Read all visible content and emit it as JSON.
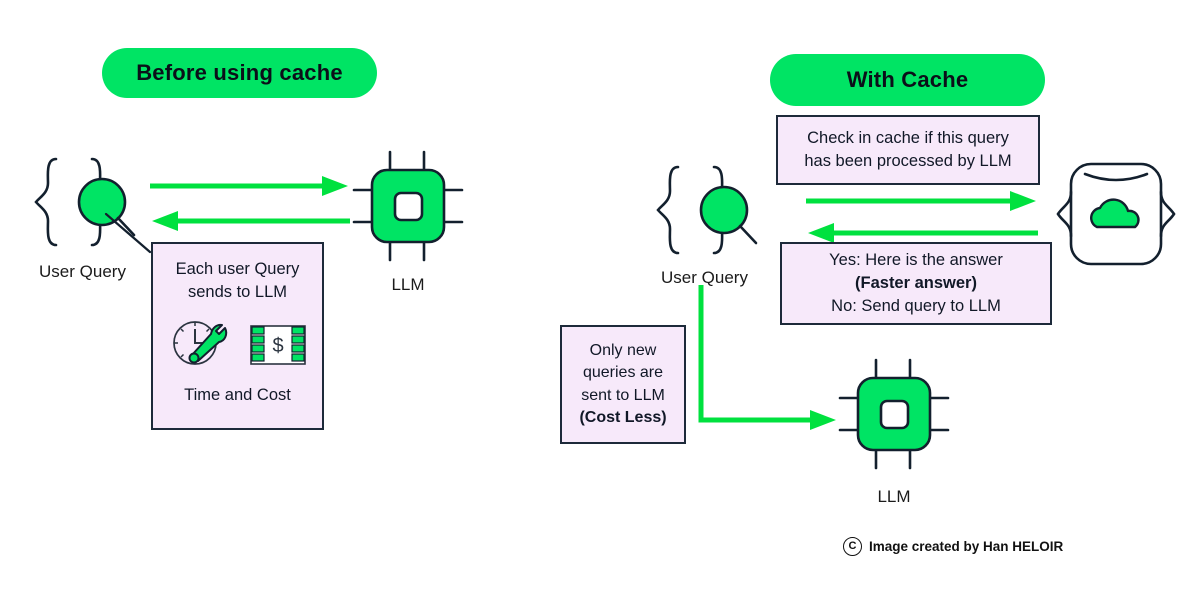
{
  "theme": {
    "green": "#00E464",
    "box_fill": "#F7E9FA",
    "box_stroke": "#1d2a3a",
    "ink": "#111827",
    "background": "#ffffff"
  },
  "left_panel": {
    "title": "Before using cache",
    "user_query_caption": "User Query",
    "llm_caption": "LLM",
    "info_box": {
      "lines": [
        "Each user Query",
        "sends to LLM"
      ],
      "footer": "Time  and Cost",
      "icons": [
        "clock-wrench-icon",
        "money-bill-icon"
      ],
      "money_symbol": "$"
    },
    "arrows": [
      {
        "name": "query-to-llm-arrow",
        "direction": "right"
      },
      {
        "name": "llm-to-user-arrow",
        "direction": "left"
      }
    ]
  },
  "right_panel": {
    "title": "With Cache",
    "user_query_caption": "User Query",
    "llm_caption": "LLM",
    "cache_icon_name": "cache-cloud-icon",
    "check_box": {
      "lines": [
        "Check in cache if this query",
        "has been processed by LLM"
      ]
    },
    "answer_box": {
      "lines": [
        {
          "text": "Yes: Here is the answer",
          "bold": false
        },
        {
          "text": "(Faster answer)",
          "bold": true
        },
        {
          "text": "No: Send query to LLM",
          "bold": false
        }
      ]
    },
    "cost_box": {
      "lines": [
        {
          "text": "Only new",
          "bold": false
        },
        {
          "text": "queries are",
          "bold": false
        },
        {
          "text": "sent to LLM",
          "bold": false
        },
        {
          "text": "(Cost Less)",
          "bold": true
        }
      ]
    },
    "arrows": [
      {
        "name": "query-to-cache-arrow",
        "direction": "right"
      },
      {
        "name": "cache-to-query-arrow",
        "direction": "left"
      },
      {
        "name": "query-to-llm-elbow-arrow",
        "direction": "elbow-down-right"
      }
    ]
  },
  "credit": {
    "symbol": "C",
    "text": "Image created by Han HELOIR"
  }
}
